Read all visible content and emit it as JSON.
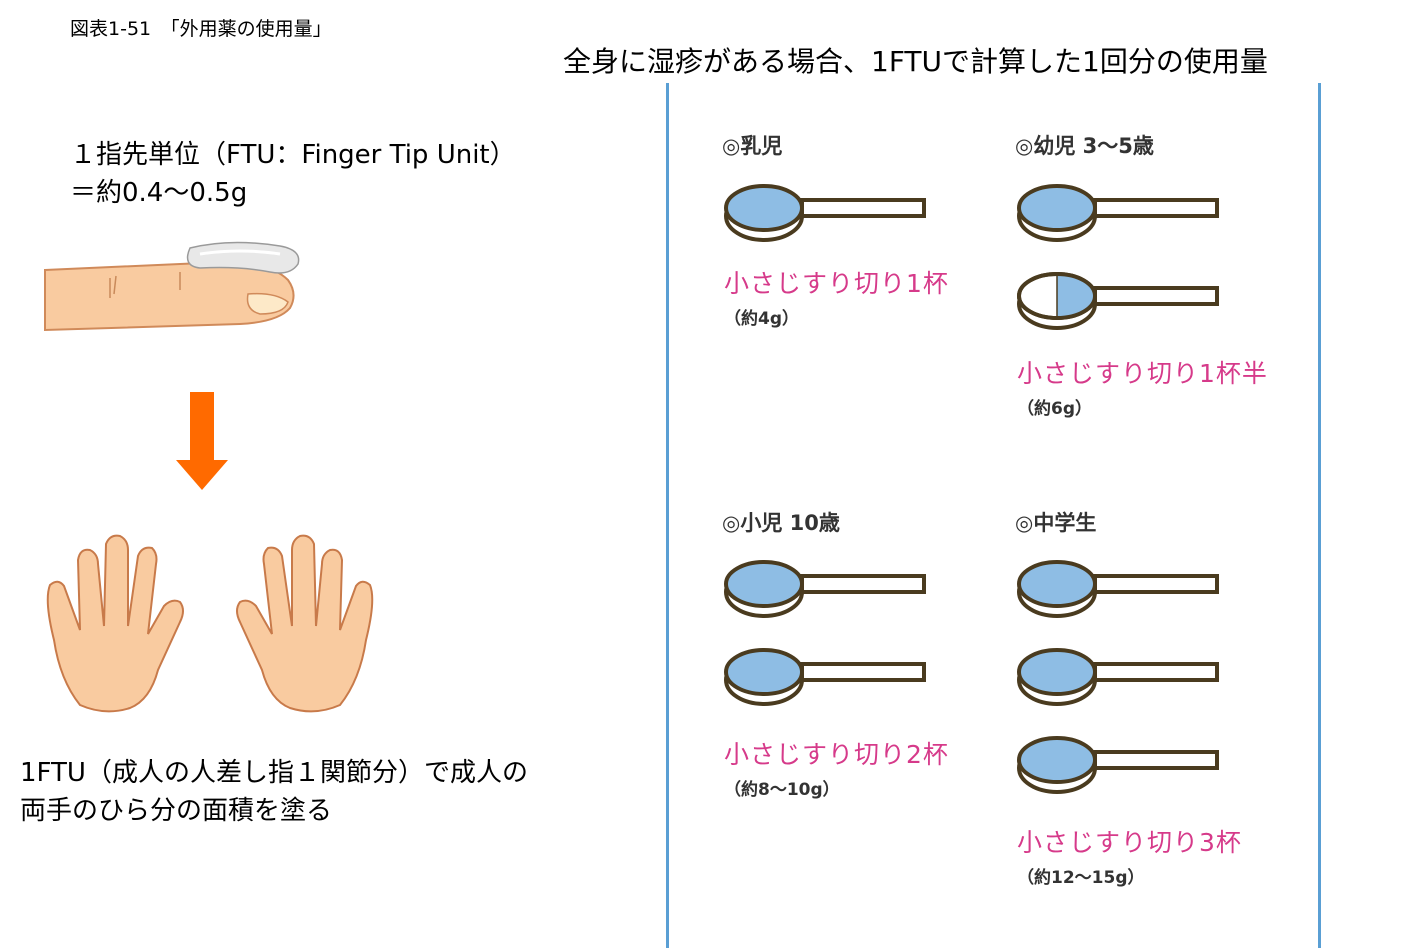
{
  "figure_label": "図表1-51　「外用薬の使用量」",
  "main_heading": "全身に湿疹がある場合、1FTUで計算した1回分の使用量",
  "ftu_definition": {
    "line1": "１指先単位（FTU：Finger Tip Unit）",
    "line2": "＝約0.4〜0.5g"
  },
  "bottom_caption": {
    "line1": "1FTU（成人の人差し指１関節分）で成人の",
    "line2": "両手のひら分の面積を塗る"
  },
  "colors": {
    "spoon_fill": "#8ebde4",
    "spoon_outline": "#4a3b1f",
    "amount_text": "#d63a8a",
    "divider": "#5a9fd4",
    "arrow": "#ff6a00",
    "skin": "#f9cba0"
  },
  "groups": [
    {
      "title": "◎乳児",
      "amount": "小さじすり切り1杯",
      "weight": "（約4g）",
      "spoons": [
        1
      ]
    },
    {
      "title": "◎幼児 3〜5歳",
      "amount": "小さじすり切り1杯半",
      "weight": "（約6g）",
      "spoons": [
        1,
        0.5
      ]
    },
    {
      "title": "◎小児 10歳",
      "amount": "小さじすり切り2杯",
      "weight": "（約8〜10g）",
      "spoons": [
        1,
        1
      ]
    },
    {
      "title": "◎中学生",
      "amount": "小さじすり切り3杯",
      "weight": "（約12〜15g）",
      "spoons": [
        1,
        1,
        1
      ]
    }
  ]
}
